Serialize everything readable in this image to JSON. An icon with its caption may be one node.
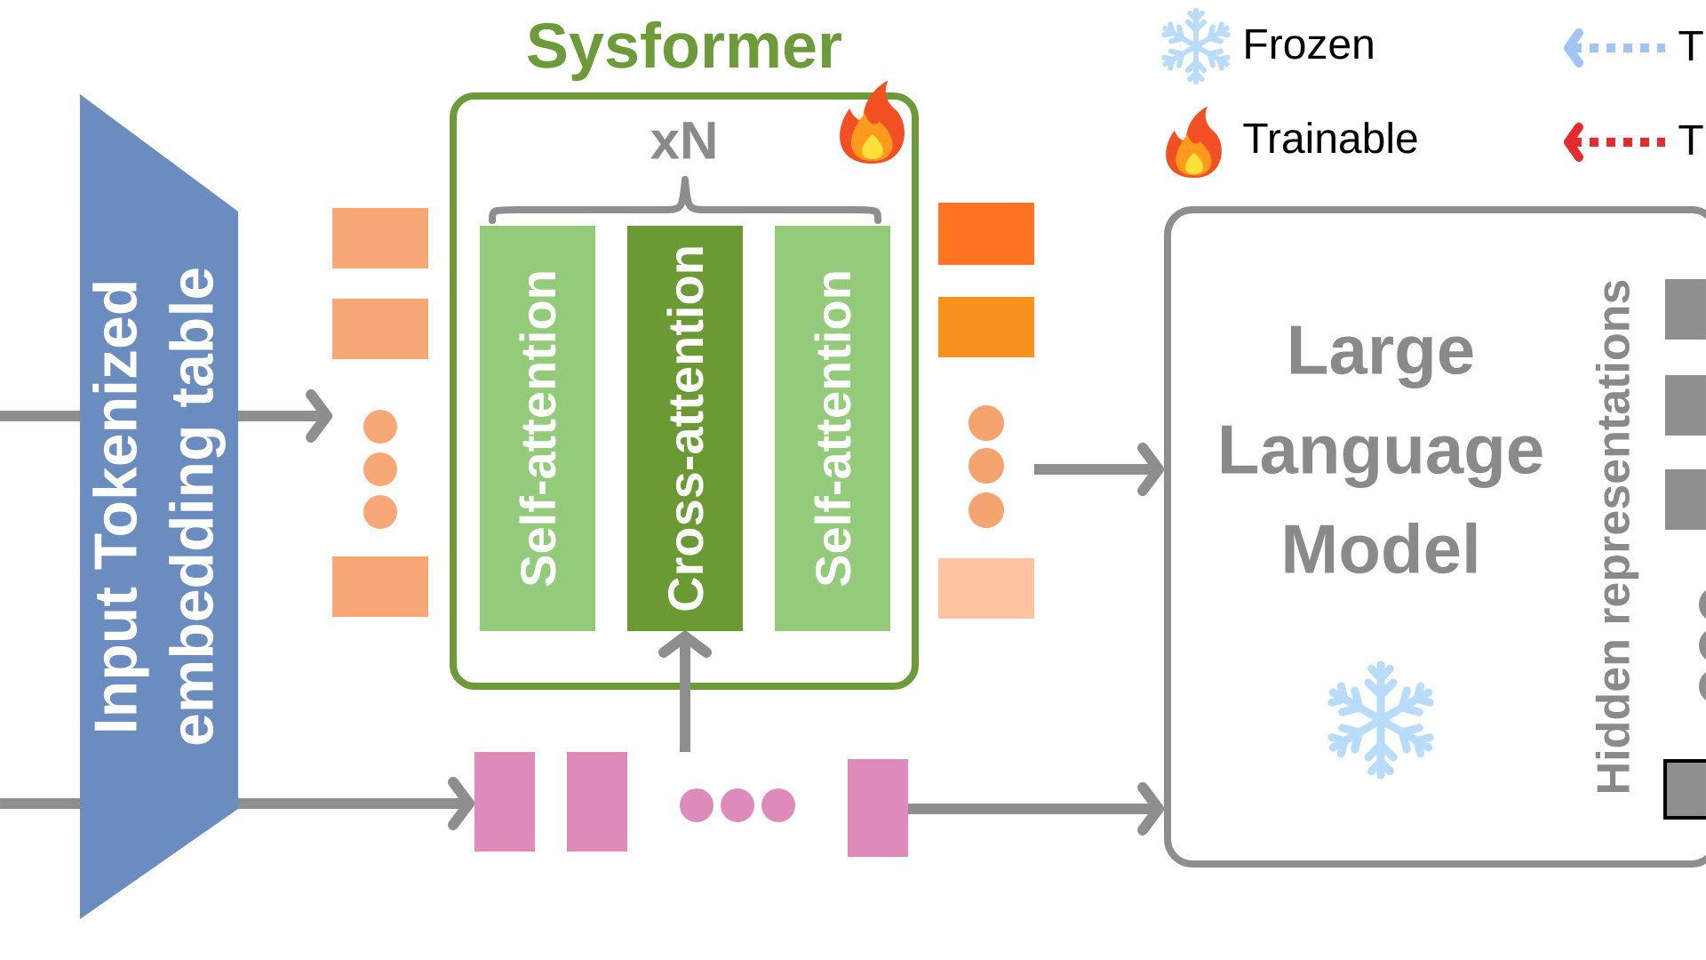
{
  "diagram": {
    "nodes": [
      {
        "text": [
          "Input Tokenized embedding table"
        ]
      },
      {
        "text": [],
        "shape": "box"
      },
      {
        "text": [
          "Sysformer"
        ]
      },
      {
        "text": [
          "Self-attention"
        ],
        "in": 2
      },
      {
        "text": [
          "Cross-attention"
        ],
        "in": 2
      },
      {
        "text": [
          "Self-attention"
        ],
        "in": 2
      },
      {
        "text": [],
        "shape": "box"
      },
      {
        "text": [],
        "shape": "box"
      },
      {
        "text": [
          "Large Language Model"
        ]
      }
    ],
    "edges": [
      {
        "from": null,
        "to": 0,
        "arrow": "none"
      },
      {
        "from": 0,
        "to": 1,
        "arrow": "to"
      },
      {
        "from": null,
        "to": 0,
        "arrow": "none"
      },
      {
        "from": 0,
        "to": 7,
        "arrow": "to"
      },
      {
        "from": 7,
        "to": 4,
        "arrow": "to"
      },
      {
        "from": 6,
        "to": 8,
        "arrow": "to"
      },
      {
        "from": 7,
        "to": 8,
        "arrow": "to"
      }
    ],
    "labels": [
      "xN",
      "Hidden representations"
    ],
    "legend": [
      {
        "text": "Frozen"
      },
      {
        "text": "T"
      },
      {
        "text": "Trainable"
      },
      {
        "text": "T"
      }
    ]
  }
}
